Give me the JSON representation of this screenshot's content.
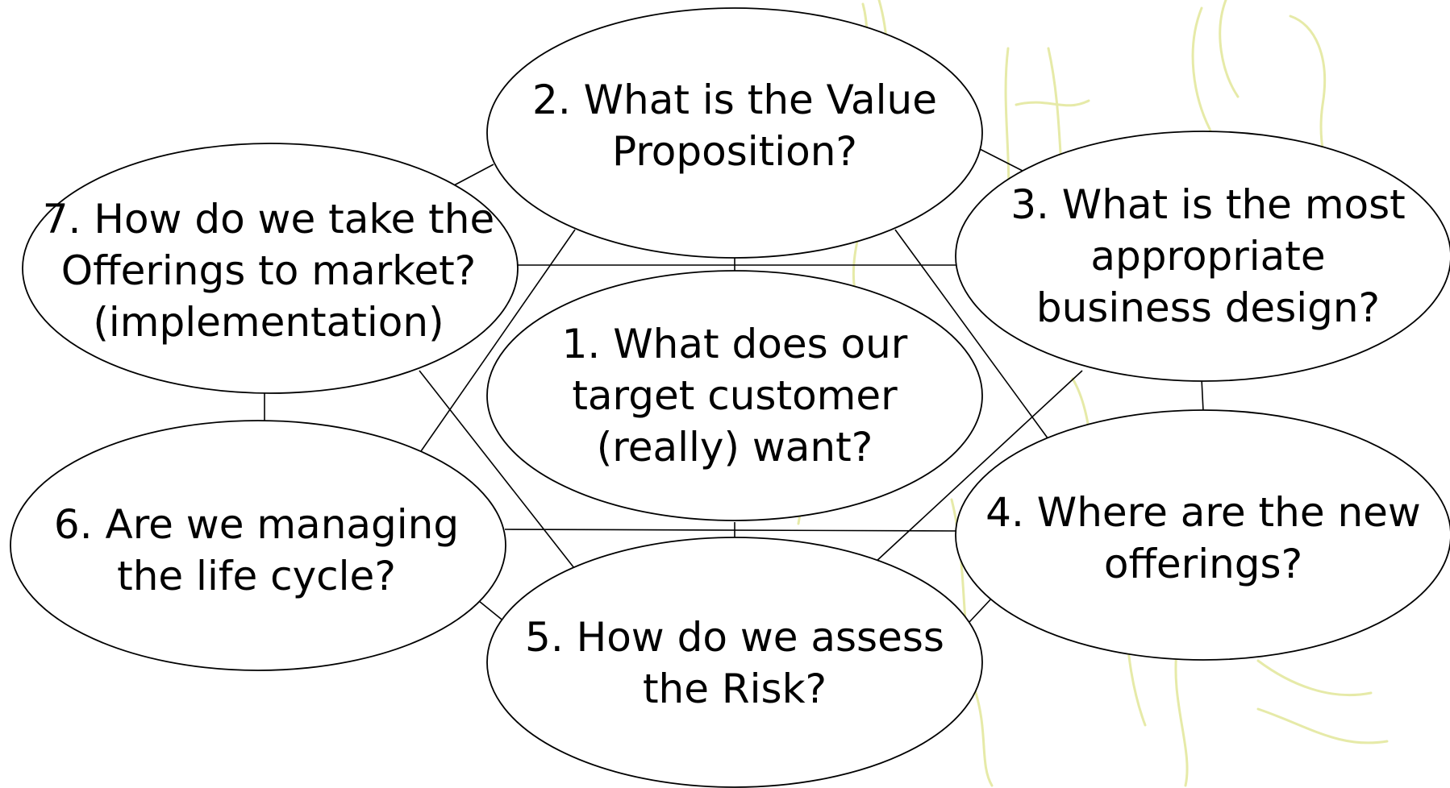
{
  "colors": {
    "ink": "#000000",
    "background": "#ffffff",
    "sketch": "#e6eaa8"
  },
  "nodes": [
    {
      "id": "n1",
      "lines": [
        "1. What does our",
        "target customer",
        "(really) want?"
      ]
    },
    {
      "id": "n2",
      "lines": [
        "2. What is the Value",
        "Proposition?"
      ]
    },
    {
      "id": "n3",
      "lines": [
        "3. What is the most",
        "appropriate",
        "business design?"
      ]
    },
    {
      "id": "n4",
      "lines": [
        "4. Where are the new",
        "offerings?"
      ]
    },
    {
      "id": "n5",
      "lines": [
        "5. How do we assess",
        "the Risk?"
      ]
    },
    {
      "id": "n6",
      "lines": [
        "6. Are we managing",
        "the life cycle?"
      ]
    },
    {
      "id": "n7",
      "lines": [
        "7. How do we take the",
        "Offerings to market?",
        "(implementation)"
      ]
    }
  ]
}
